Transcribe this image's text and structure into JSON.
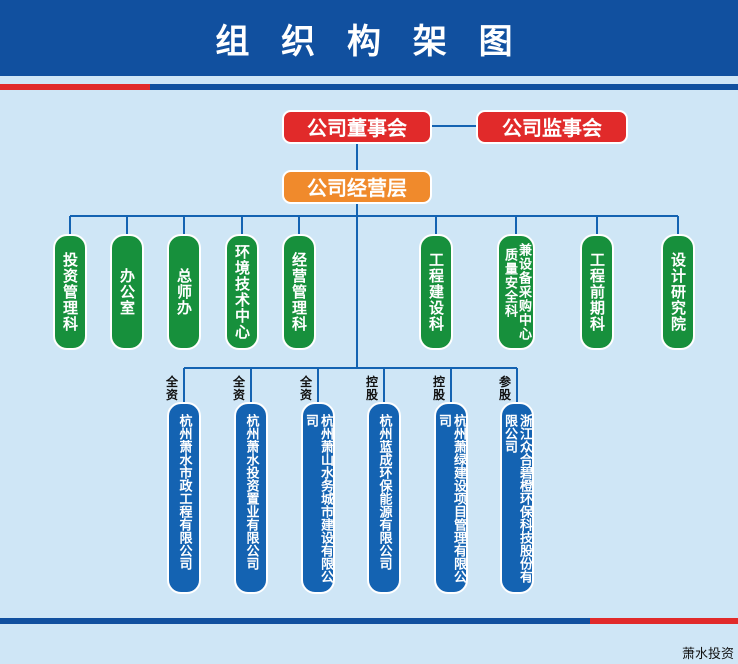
{
  "title": "组 织 构 架 图",
  "board": "公司董事会",
  "supervisors": "公司监事会",
  "management": "公司经营层",
  "departments": [
    {
      "label": "投资管理科",
      "dual": false
    },
    {
      "label": "办公室",
      "dual": false
    },
    {
      "label": "总师办",
      "dual": false
    },
    {
      "label": "环境技术中心",
      "dual": false
    },
    {
      "label": "经营管理科",
      "dual": false
    },
    {
      "label": "工程建设科",
      "dual": false
    },
    {
      "label": "兼设备采购中心",
      "label2": "质量安全科",
      "dual": true
    },
    {
      "label": "工程前期科",
      "dual": false
    },
    {
      "label": "设计研究院",
      "dual": false
    }
  ],
  "subsidiaries": [
    {
      "ownership": "全资",
      "name": "杭州萧水市政工程有限公司"
    },
    {
      "ownership": "全资",
      "name": "杭州萧水投资置业有限公司"
    },
    {
      "ownership": "全资",
      "name": "杭州萧山水务城市建设有限公司"
    },
    {
      "ownership": "控股",
      "name": "杭州蓝成环保能源有限公司"
    },
    {
      "ownership": "控股",
      "name": "杭州萧绿建设项目管理有限公司"
    },
    {
      "ownership": "参股",
      "name": "浙江众合碧橙环保科技股份有限公司"
    }
  ],
  "watermark": "萧水投资",
  "colors": {
    "header": "#11509f",
    "background": "#cfe6f6",
    "red": "#e12a2a",
    "orange": "#f08a2c",
    "green": "#17903c",
    "blue": "#1463b2"
  }
}
